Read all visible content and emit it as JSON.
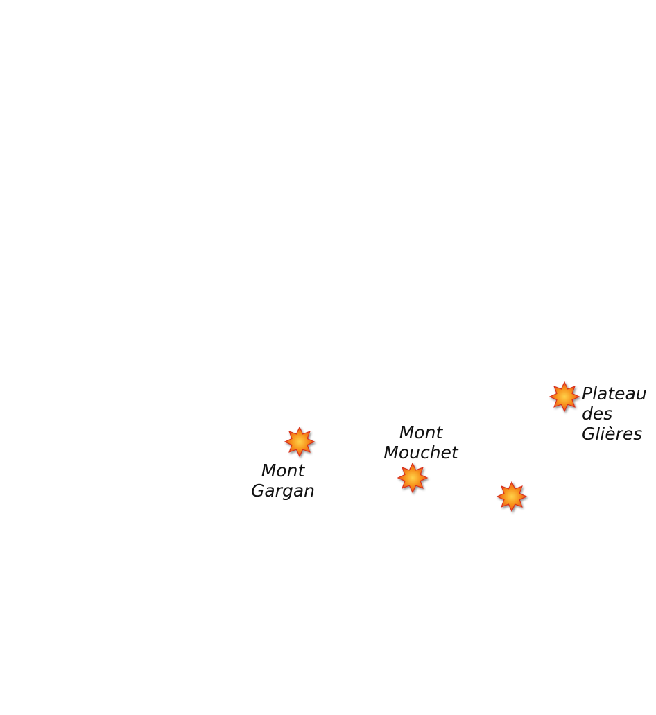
{
  "colors": {
    "marker_outer": "#e8361f",
    "marker_inner": "#f7941d",
    "marker_core": "#ffd24a",
    "label": "#111111",
    "background": "#ffffff"
  },
  "markers": [
    {
      "icon": "explosion-star-icon",
      "label": [
        "Mont",
        "Gargan"
      ]
    },
    {
      "icon": "explosion-star-icon",
      "label": [
        "Mont",
        "Mouchet"
      ]
    },
    {
      "icon": "explosion-star-icon",
      "label": []
    },
    {
      "icon": "explosion-star-icon",
      "label": [
        "Plateau",
        "des",
        "Glières"
      ]
    }
  ]
}
